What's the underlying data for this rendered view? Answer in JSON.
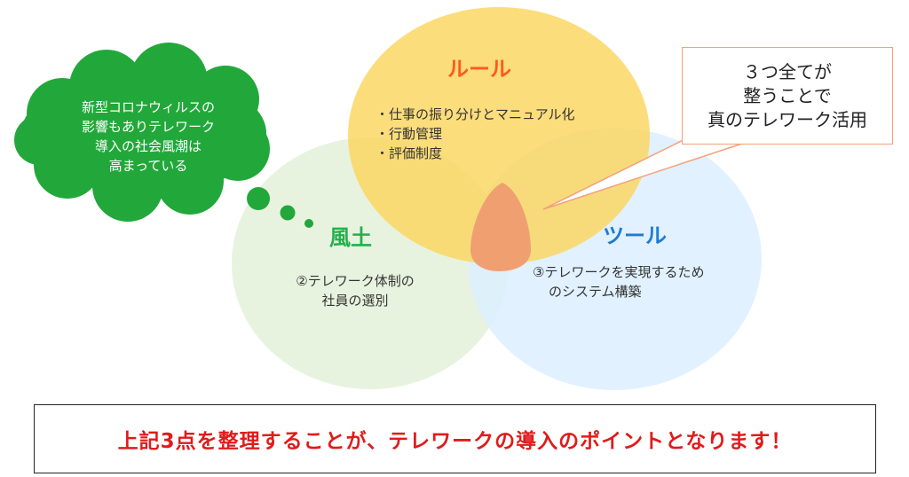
{
  "circles": {
    "rule": {
      "title": "ルール",
      "items": [
        "・仕事の振り分けとマニュアル化",
        "・行動管理",
        "・評価制度"
      ]
    },
    "fudo": {
      "title": "風土",
      "lines": [
        "②テレワーク体制の",
        "社員の選別"
      ]
    },
    "tool": {
      "title": "ツール",
      "lines": [
        "③テレワークを実現するため",
        "のシステム構築"
      ]
    }
  },
  "cloud": {
    "lines": [
      "新型コロナウィルスの",
      "影響もありテレワーク",
      "導入の社会風潮は",
      "高まっている"
    ]
  },
  "callout": {
    "lines": [
      "３つ全てが",
      "整うことで",
      "真のテレワーク活用"
    ]
  },
  "conclusion": "上記3点を整理することが、テレワークの導入のポイントとなります！",
  "colors": {
    "rule_fill": "#fbd65e",
    "fudo_fill": "#e6f2dc",
    "tool_fill": "#dcefff",
    "center_fill": "#f0a070",
    "cloud_fill": "#22a83a",
    "rule_title": "#ff5a1f",
    "fudo_title": "#22b14c",
    "tool_title": "#1e7bd6",
    "conclusion_text": "#e01b1b",
    "callout_border": "#f4a07a"
  }
}
